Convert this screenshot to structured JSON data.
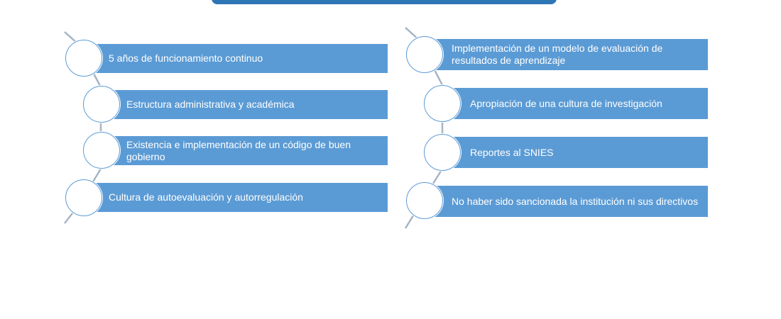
{
  "left_list": {
    "items": [
      {
        "label": "5 años de funcionamiento continuo"
      },
      {
        "label": "Estructura administrativa y académica"
      },
      {
        "label": "Existencia e implementación de un código de buen gobierno"
      },
      {
        "label": "Cultura de autoevaluación y autorregulación"
      }
    ]
  },
  "right_list": {
    "items": [
      {
        "label": "Implementación de un modelo de evaluación de resultados de aprendizaje"
      },
      {
        "label": "Apropiación de una cultura de investigación"
      },
      {
        "label": "Reportes al SNIES"
      },
      {
        "label": "No haber sido sancionada la institución ni sus directivos"
      }
    ]
  },
  "colors": {
    "bar_fill": "#5b9bd5",
    "banner_fill": "#2e75b6",
    "circle_fill": "#ffffff"
  }
}
